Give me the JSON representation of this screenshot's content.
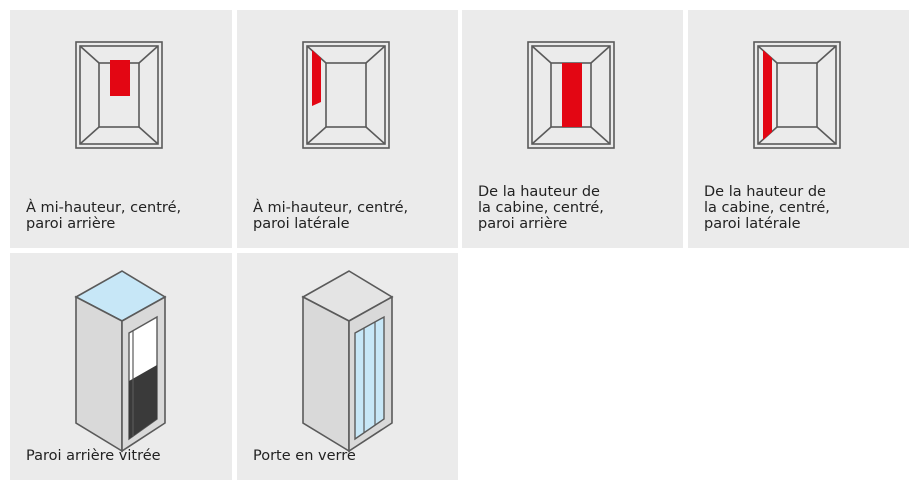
{
  "options": [
    {
      "label": "À mi-hauteur, centré,\nparoi arrière",
      "icon": "cabin-mirror-half-height-back-wall-icon"
    },
    {
      "label": "À mi-hauteur, centré,\nparoi latérale",
      "icon": "cabin-mirror-half-height-side-wall-icon"
    },
    {
      "label": "De la hauteur de\nla cabine, centré,\nparoi arrière",
      "icon": "cabin-mirror-full-height-back-wall-icon"
    },
    {
      "label": "De la hauteur de\nla cabine, centré,\nparoi latérale",
      "icon": "cabin-mirror-full-height-side-wall-icon"
    },
    {
      "label": "Paroi arrière vitrée",
      "icon": "glass-rear-wall-cabin-icon"
    },
    {
      "label": "Porte en verre",
      "icon": "glass-door-cabin-icon"
    }
  ],
  "colors": {
    "tile_background": "#ebebeb",
    "mirror_red": "#e30613",
    "glass_blue": "#c7e7f7",
    "cabin_gray": "#d9d9d9",
    "outline": "#5a5a5a"
  }
}
